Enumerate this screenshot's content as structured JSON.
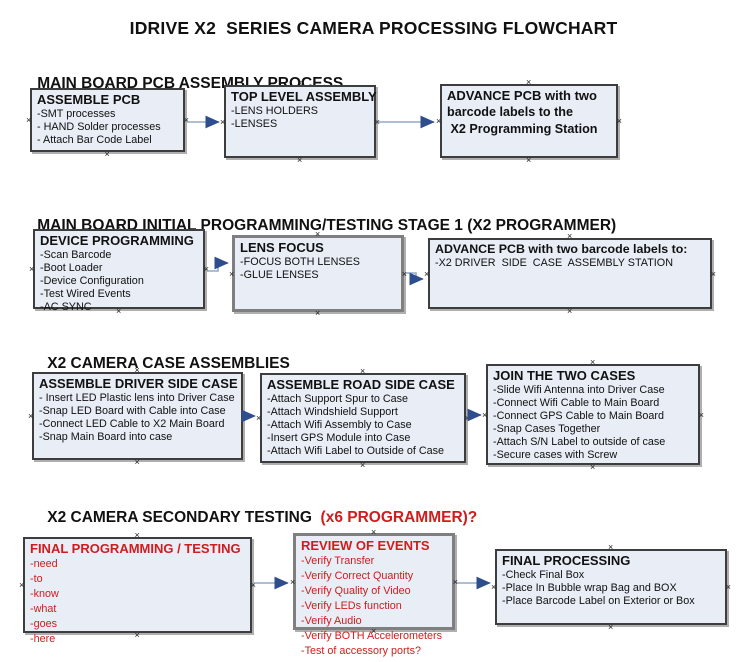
{
  "page": {
    "title": "IDRIVE X2  SERIES CAMERA PROCESSING FLOWCHART"
  },
  "glyphs": {
    "connector": "×"
  },
  "colors": {
    "box_fill": "#e8edf6",
    "box_border": "#3d3d3d",
    "gray_border": "#7f7f7f",
    "red_text": "#cf1d1d",
    "arrow_line": "#93a9c7",
    "arrow_head": "#2e4d8c"
  },
  "sections": [
    {
      "heading": "MAIN BOARD PCB ASSEMBLY PROCESS",
      "boxes": [
        {
          "title": "ASSEMBLE PCB",
          "lines": [
            "-SMT processes",
            "- HAND Solder processes",
            "- Attach Bar Code Label"
          ]
        },
        {
          "title": "TOP LEVEL ASSEMBLY",
          "lines": [
            "-LENS HOLDERS",
            "-LENSES"
          ]
        },
        {
          "title": "ADVANCE PCB with two",
          "lines": [
            "barcode labels to the",
            " X2 Programming Station"
          ]
        }
      ]
    },
    {
      "heading": "MAIN BOARD INITIAL PROGRAMMING/TESTING STAGE 1 (X2 PROGRAMMER)",
      "boxes": [
        {
          "title": "DEVICE PROGRAMMING",
          "lines": [
            "-Scan Barcode",
            "-Boot Loader",
            "-Device Configuration",
            "-Test Wired Events",
            "-AC SYNC"
          ]
        },
        {
          "title": "LENS FOCUS",
          "lines": [
            "-FOCUS BOTH LENSES",
            "-GLUE LENSES"
          ]
        },
        {
          "title": "ADVANCE PCB with two barcode labels to:",
          "lines": [
            "-X2 DRIVER  SIDE  CASE  ASSEMBLY STATION"
          ]
        }
      ]
    },
    {
      "heading": "X2 CAMERA CASE ASSEMBLIES",
      "boxes": [
        {
          "title": "ASSEMBLE DRIVER SIDE CASE",
          "lines": [
            "- Insert LED Plastic lens into Driver Case",
            "-Snap LED Board with Cable into Case",
            "-Connect LED Cable to X2 Main Board",
            "-Snap Main Board into case"
          ]
        },
        {
          "title": "ASSEMBLE ROAD SIDE CASE",
          "lines": [
            "-Attach Support Spur to Case",
            "-Attach Windshield Support",
            "-Attach Wifi Assembly to Case",
            "-Insert GPS Module into Case",
            "-Attach Wifi Label to Outside of Case"
          ]
        },
        {
          "title": "JOIN THE TWO CASES",
          "lines": [
            "-Slide Wifi Antenna into Driver Case",
            "-Connect Wifi Cable to Main Board",
            "-Connect GPS Cable to Main Board",
            "-Snap Cases Together",
            "-Attach S/N Label to outside of case",
            "-Secure cases with Screw"
          ]
        }
      ]
    },
    {
      "heading": "X2 CAMERA SECONDARY TESTING ",
      "heading_red": " (x6 PROGRAMMER)?",
      "boxes": [
        {
          "title": "FINAL PROGRAMMING / TESTING",
          "lines": [
            "-need",
            "-to",
            "-know",
            "-what",
            "-goes",
            "-here"
          ]
        },
        {
          "title": "REVIEW OF EVENTS",
          "lines": [
            "-Verify Transfer",
            "-Verify Correct Quantity",
            "-Verify Quality of Video",
            "-Verify LEDs function",
            "-Verify Audio",
            "-Verify BOTH Accelerometers",
            "-Test of accessory ports?"
          ]
        },
        {
          "title": "FINAL PROCESSING",
          "lines": [
            "-Check Final Box",
            "-Place In Bubble wrap Bag and BOX",
            "-Place Barcode Label on Exterior or Box"
          ]
        }
      ]
    }
  ]
}
